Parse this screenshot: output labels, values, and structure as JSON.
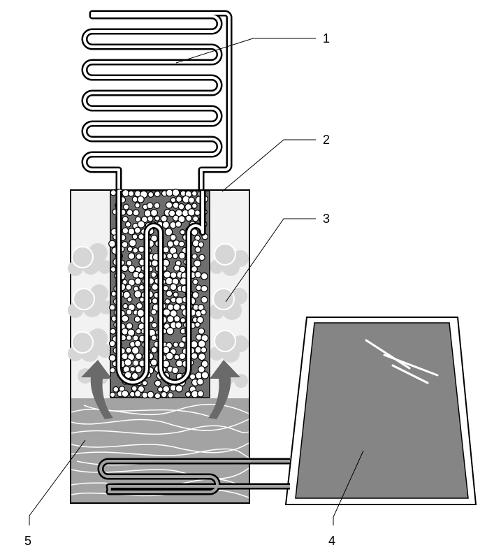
{
  "diagram": {
    "callouts": [
      {
        "id": "1",
        "label": "1"
      },
      {
        "id": "2",
        "label": "2"
      },
      {
        "id": "3",
        "label": "3"
      },
      {
        "id": "4",
        "label": "4"
      },
      {
        "id": "5",
        "label": "5"
      }
    ],
    "colors": {
      "outline": "#000000",
      "background": "#ffffff",
      "housing_fill": "#f2f2f2",
      "adsorbent_bed": "#6e6e6e",
      "pellet": "#ffffff",
      "vapor_cloud": "#d6d6d6",
      "liquid_reservoir": "#a3a3a3",
      "flow_arrow": "#6a6a6a",
      "collector_glass": "#858585",
      "collector_frame": "#ffffff"
    },
    "icons": [
      "condenser-coil-icon",
      "vapor-cloud-icon",
      "flow-arrow-icon",
      "glass-glare-icon",
      "pellet-icon"
    ]
  }
}
